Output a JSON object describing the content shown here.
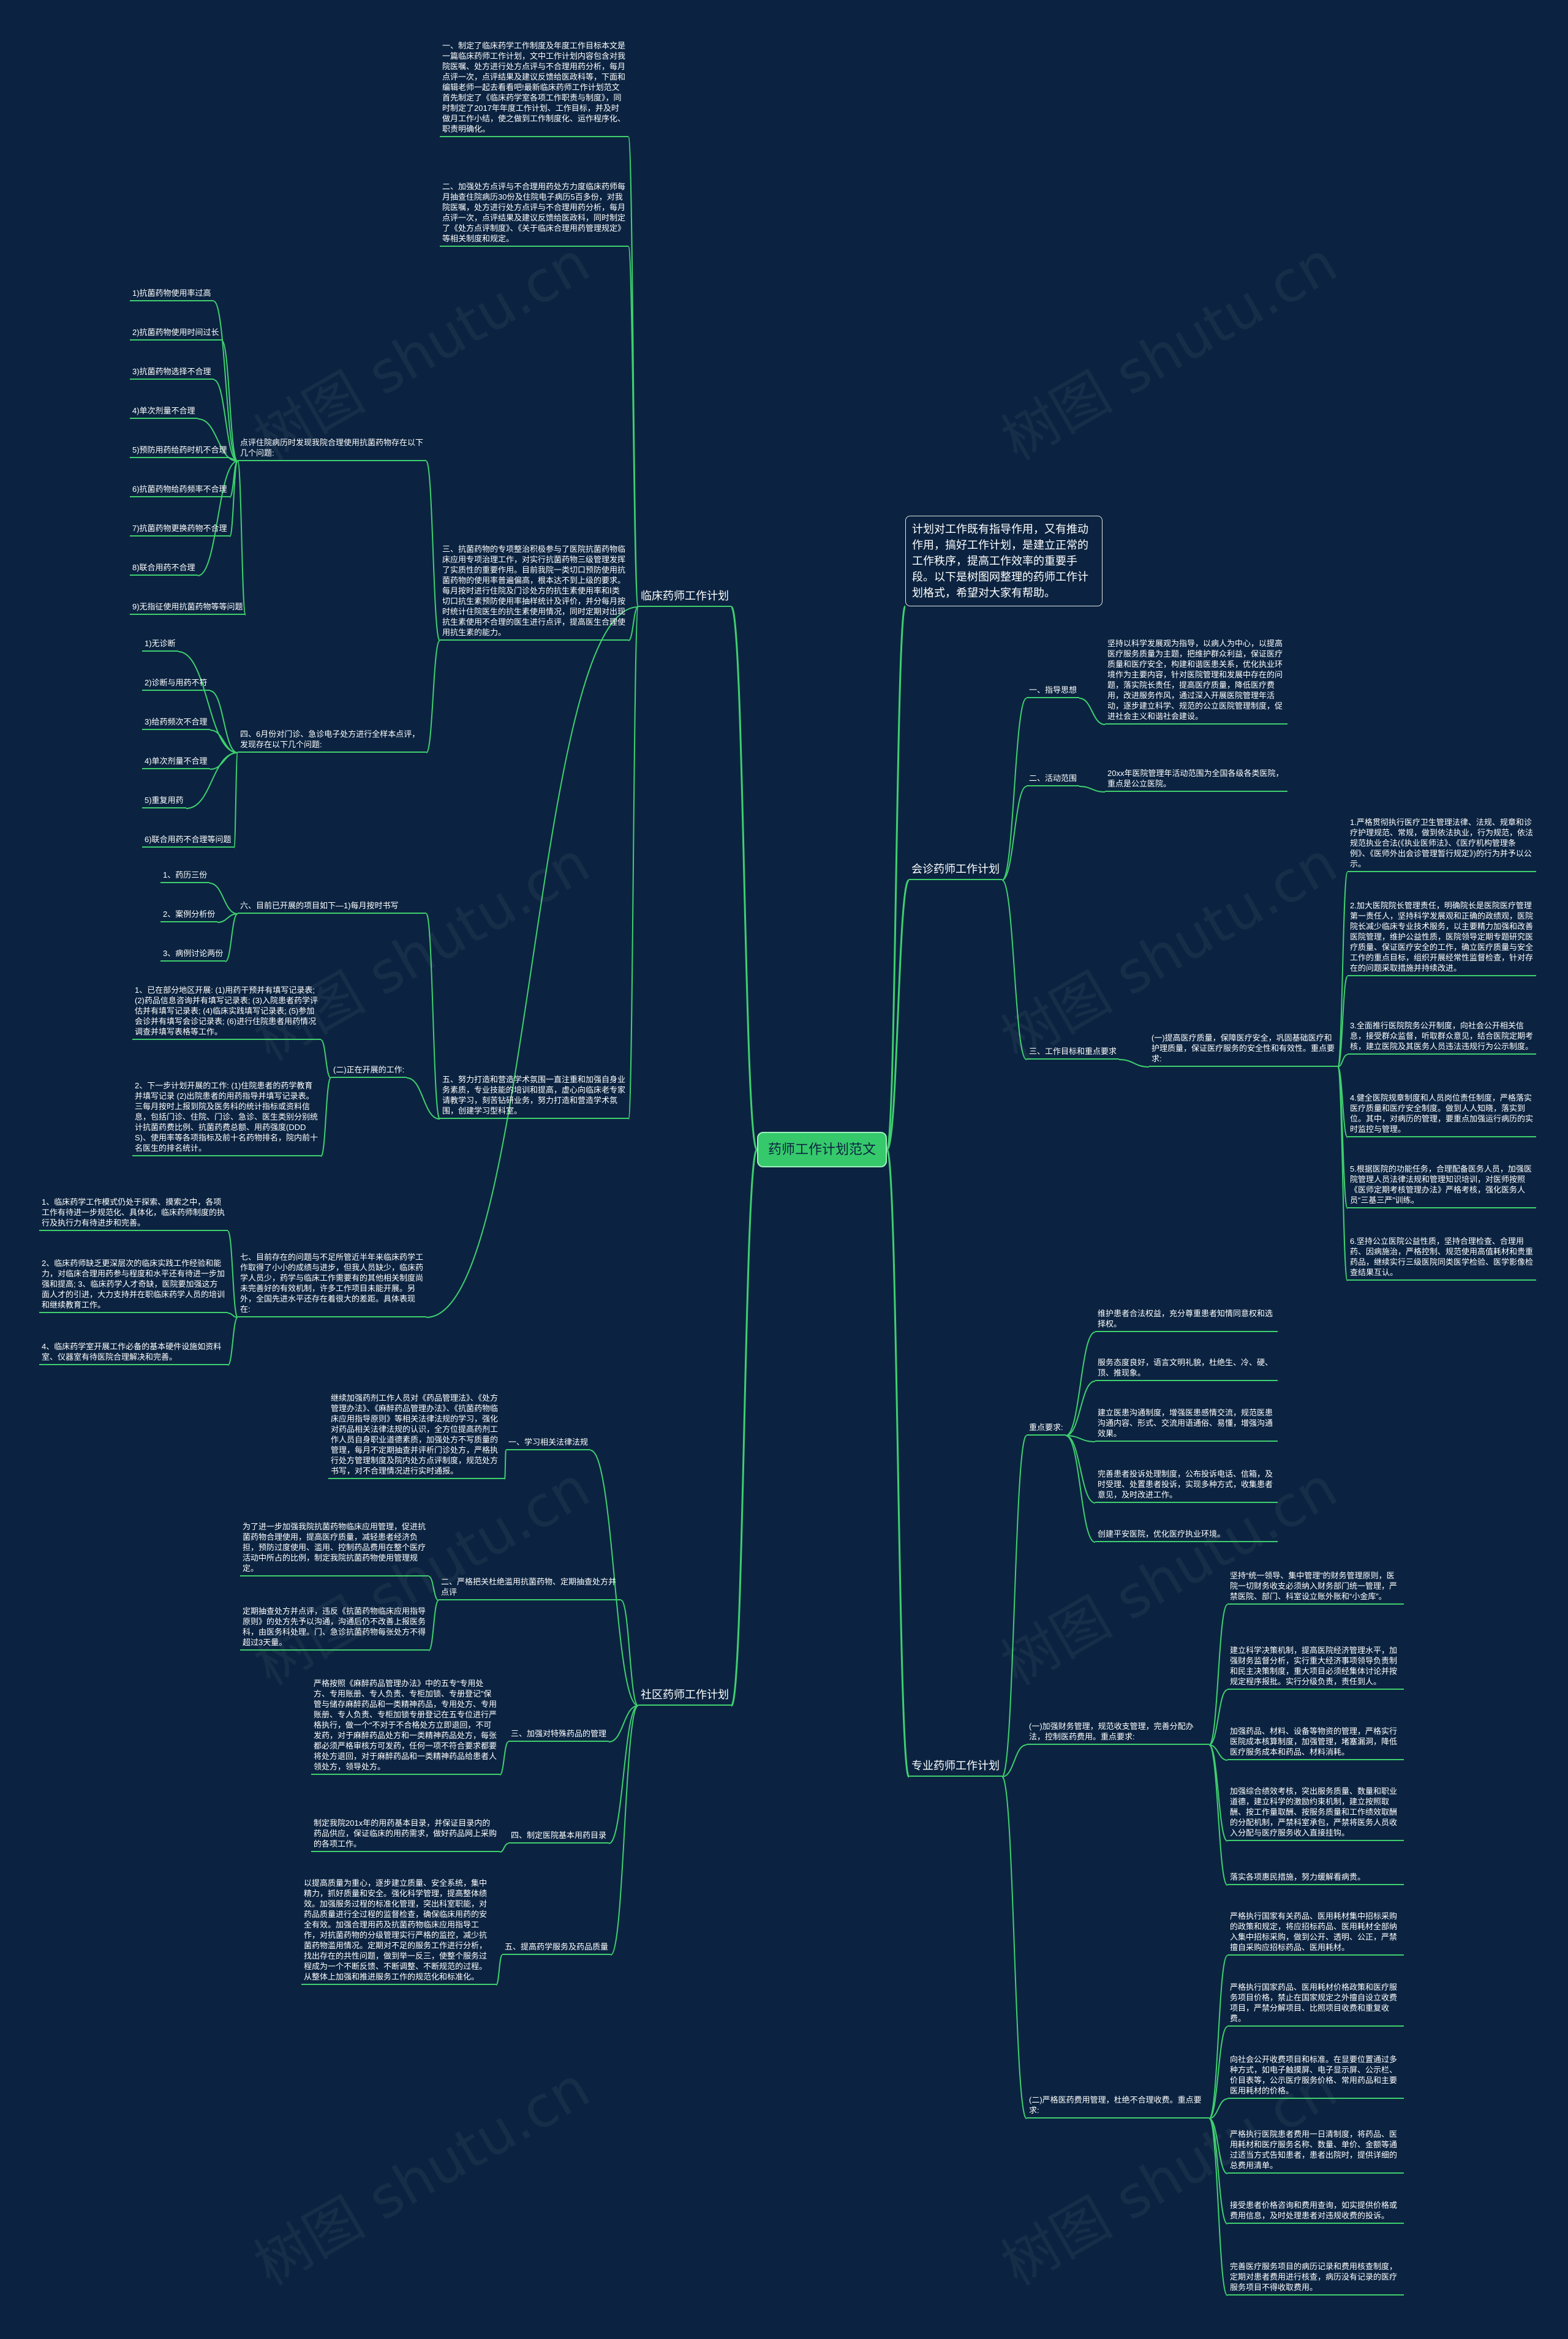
{
  "root": "药师工作计划范文",
  "intro": "计划对工作既有指导作用，又有推动作用，搞好工作计划，是建立正常的工作秩序，提高工作效率的重要手段。以下是树图网整理的药师工作计划格式，希望对大家有帮助。",
  "watermark": "树图 shutu.cn",
  "line_color": "#3fcf6f",
  "left": {
    "clinical": {
      "title": "临床药师工作计划",
      "p1": "一、制定了临床药学工作制度及年度工作目标本文是一篇临床药师工作计划，文中工作计划内容包含对我院医嘱、处方进行处方点评与不合理用药分析，每月点评一次，点评结果及建议反馈给医政科等，下面和编辑老师一起去看看吧!最新临床药师工作计划范文首先制定了《临床药学室各项工作职责与制度》，同时制定了2017年年度工作计划、工作目标，并及时做月工作小结，使之做到工作制度化、运作程序化、职责明确化。",
      "p2": "二、加强处方点评与不合理用药处方力度临床药师每月抽查住院病历30份及住院电子病历5百多份，对我院医嘱，处方进行处方点评与不合理用药分析，每月点评一次，点评结果及建议反馈给医政科，同时制定了《处方点评制度》、《关于临床合理用药管理规定》等相关制度和规定。",
      "p3": "三、抗菌药物的专项整治积极参与了医院抗菌药物临床应用专项治理工作，对实行抗菌药物三级管理发挥了实质性的重要作用。目前我院一类切口预防使用抗菌药物的使用率普遍偏高，根本达不到上级的要求。每月按时进行住院及门诊处方的抗生素使用率和Ⅰ类切口抗生素预防使用率抽样统计及评价，并分每月按时统计住院医生的抗生素使用情况，同时定期对出现抗生素使用不合理的医生进行点评，提高医生合理使用抗生素的能力。",
      "p3_child": "点评住院病历时发现我院合理使用抗菌药物存在以下几个问题:",
      "p3_items": [
        "1)抗菌药物使用率过高",
        "2)抗菌药物使用时间过长",
        "3)抗菌药物选择不合理",
        "4)单次剂量不合理",
        "5)预防用药给药时机不合理",
        "6)抗菌药物给药频率不合理",
        "7)抗菌药物更换药物不合理",
        "8)联合用药不合理",
        "9)无指征使用抗菌药物等等问题"
      ],
      "p4": "四、6月份对门诊、急诊电子处方进行全样本点评，发现存在以下几个问题:",
      "p4_items": [
        "1)无诊断",
        "2)诊断与用药不符",
        "3)给药频次不合理",
        "4)单次剂量不合理",
        "5)重复用药",
        "6)联合用药不合理等问题"
      ],
      "p5": "五、努力打造和营造学术氛围一直注重和加强自身业务素质，专业技能的培训和提高，虚心向临床老专家请教学习，刻苦钻研业务，努力打造和营造学术氛围，创建学习型科室。",
      "p6": "六、目前已开展的项目如下—1)每月按时书写",
      "p6_items": [
        "1、药历三份",
        "2、案例分析份",
        "3、病例讨论两份"
      ],
      "p6b": "(二)正在开展的工作:",
      "p6b_items": [
        "1、已在部分地区开展: (1)用药干预并有填写记录表; (2)药品信息咨询并有填写记录表; (3)入院患者药学评估并有填写记录表; (4)临床实践填写记录表; (5)参加会诊并有填写会诊记录表; (6)进行住院患者用药情况调查并填写表格等工作。",
        "2、下一步计划开展的工作: (1)住院患者的药学教育并填写记录 (2)出院患者的用药指导并填写记录表。三每月按时上报到院及医务科的统计指标或资料信息，包括门诊、住院、门诊、急诊、医生类别分别统计抗菌药费比例、抗菌药费总额、用药强度(DDDS)、使用率等各项指标及前十名药物排名，院内前十名医生的排名统计。"
      ],
      "p7": "七、目前存在的问题与不足所管近半年来临床药学工作取得了小小的成绩与进步，但我人员缺少，临床药学人员少，药学与临床工作需要有的其他相关制度尚未完善好的有效机制，许多工作项目未能开展。另外，全国先进水平还存在着很大的差距。具体表现在:",
      "p7_items": [
        "1、临床药学工作模式仍处于探索、摸索之中，各项工作有待进一步规范化、具体化，临床药师制度的执行及执行力有待进步和完善。",
        "2、临床药师缺乏更深层次的临床实践工作经验和能力，对临床合理用药参与程度和水平还有待进一步加强和提高; 3、临床药学人才奇缺，医院要加强这方面人才的引进，大力支持并在职临床药学人员的培训和继续教育工作。",
        "4、临床药学室开展工作必备的基本硬件设施如资料室、仪器室有待医院合理解决和完善。"
      ]
    },
    "community": {
      "title": "社区药师工作计划",
      "s1_title": "一、学习相关法律法规",
      "s1_text": "继续加强药剂工作人员对《药品管理法》、《处方管理办法》、《麻醉药品管理办法》、《抗菌药物临床应用指导原则》等相关法律法规的学习，强化对药品相关法律法规的认识，全方位提高药剂工作人员自身职业道德素质，加强处方不写质量的管理，每月不定期抽查并评析门诊处方，严格执行处方管理制度及院内处方点评制度，规范处方书写，对不合理情况进行实时通报。",
      "s2_title": "二、严格把关杜绝滥用抗菌药物、定期抽查处方并点评",
      "s2_text1": "为了进一步加强我院抗菌药物临床应用管理，促进抗菌药物合理使用，提高医疗质量，减轻患者经济负担，预防过度使用、滥用、控制药品费用在整个医疗活动中所占的比例，制定我院抗菌药物使用管理规定。",
      "s2_text2": "定期抽查处方并点评，违反《抗菌药物临床应用指导原则》的处方先予以沟通，沟通后仍不改善上报医务科，由医务科处理。门、急诊抗菌药物每张处方不得超过3天量。",
      "s3_title": "三、加强对特殊药品的管理",
      "s3_text": "严格按照《麻醉药品管理办法》中的五专“专用处方、专用账册、专人负责、专柜加锁、专册登记”保管与储存麻醉药品和一类精神药品，专用处方、专用账册、专人负责、专柜加锁专册登记在五专位进行严格执行，做一个“不对于不合格处方立即退回，不可发药，对于麻醉药品处方和一类精神药品处方，每张都必须严格审核方可发药，任何一项不符合要求都要将处方退回，对于麻醉药品和一类精神药品给患者人领处方，领导处方。",
      "s4_title": "四、制定医院基本用药目录",
      "s4_text": "制定我院201x年的用药基本目录，并保证目录内的药品供应，保证临床的用药需求，做好药品网上采购的各项工作。",
      "s5_title": "五、提高药学服务及药品质量",
      "s5_text": "以提高质量为重心，逐步建立质量、安全系统，集中精力，抓好质量和安全。强化科学管理，提高整体绩效。加强服务过程的标准化管理，突出科室职能，对药品质量进行全过程的监督检查，确保临床用药的安全有效。加强合理用药及抗菌药物临床应用指导工作，对抗菌药物的分级管理实行严格的监控，减少抗菌药物滥用情况。定期对不足的服务工作进行分析，找出存在的共性问题，做到举一反三，使整个服务过程成为一个不断反馈、不断调整、不断规范的过程。从整体上加强和推进服务工作的规范化和标准化。"
    }
  },
  "right": {
    "outpatient": {
      "title": "会诊药师工作计划",
      "a_title": "一、指导思想",
      "a_text": "坚持以科学发展观为指导，以病人为中心，以提高医疗服务质量为主题，把维护群众利益，保证医疗质量和医疗安全，构建和谐医患关系，优化执业环境作为主要内容，针对医院管理和发展中存在的问题，落实院长责任，提高医疗质量，降低医疗费用，改进服务作风，通过深入开展医院管理年活动，逐步建立科学、规范的公立医院管理制度，促进社会主义和谐社会建设。",
      "b_title": "二、活动范围",
      "b_text": "20xx年医院管理年活动范围为全国各级各类医院，重点是公立医院。",
      "c_title": "三、工作目标和重点要求",
      "c_sub": "(一)提高医疗质量，保障医疗安全，巩固基础医疗和护理质量，保证医疗服务的安全性和有效性。重点要求:",
      "c_items": [
        "1.严格贯彻执行医疗卫生管理法律、法规、规章和诊疗护理规范、常规，做到依法执业，行为规范，依法规范执业合法(《执业医师法》、《医疗机构管理条例》、《医师外出会诊管理暂行规定》)的行为并予以公示。",
        "2.加大医院院长管理责任，明确院长是医院医疗管理第一责任人，坚持科学发展观和正确的政绩观，医院院长减少临床专业技术服务，以主要精力加强和改善医院管理，维护公益性质，医院领导定期专题研究医疗质量、保证医疗安全的工作，确立医疗质量与安全工作的重点目标，组织开展经常性监督检查，针对存在的问题采取措施并持续改进。",
        "3.全面推行医院院务公开制度，向社会公开相关信息，接受群众监督，听取群众意见，结合医院定期考核，建立医院及其医务人员违法违规行为公示制度。",
        "4.健全医院规章制度和人员岗位责任制度，严格落实医疗质量和医疗安全制度。做到人人知晓，落实到位。其中，对病历的管理，要重点加强运行病历的实时监控与管理。",
        "5.根据医院的功能任务，合理配备医务人员，加强医院管理人员法律法规和管理知识培训，对医师按照《医师定期考核管理办法》严格考核，强化医务人员“三基三严”训练。",
        "6.坚持公立医院公益性质，坚持合理检查、合理用药、因病施治，严格控制、规范使用高值耗材和贵重药品，继续实行三级医院同类医学检验、医学影像检查结果互认。"
      ]
    },
    "specialist": {
      "title": "专业药师工作计划",
      "d_title": "重点要求:",
      "d_items": [
        "维护患者合法权益，充分尊重患者知情同意权和选择权。",
        "服务态度良好，语言文明礼貌，杜绝生、冷、硬、顶、推现象。",
        "建立医患沟通制度，增强医患感情交流，规范医患沟通内容、形式、交流用语通俗、易懂，增强沟通效果。",
        "完善患者投诉处理制度，公布投诉电话、信箱，及时受理、处置患者投诉，实现多种方式，收集患者意见，及时改进工作。",
        "创建平安医院，优化医疗执业环境。"
      ],
      "e_title": "(一)加强财务管理，规范收支管理，完善分配办法，控制医药费用。重点要求:",
      "e_items": [
        "坚持“统一领导、集中管理”的财务管理原则，医院一切财务收支必须纳入财务部门统一管理，严禁医院、部门、科室设立账外账和“小金库”。",
        "建立科学决策机制，提高医院经济管理水平，加强财务监督分析，实行重大经济事项领导负责制和民主决策制度，重大项目必须经集体讨论并按规定程序报批。实行分级负责，责任到人。",
        "加强药品、材料、设备等物资的管理，严格实行医院成本核算制度，加强管理，堵塞漏洞，降低医疗服务成本和药品、材料消耗。",
        "加强综合绩效考核，突出服务质量、数量和职业道德，建立科学的激励约束机制，建立按照取酬、按工作量取酬、按服务质量和工作绩效取酬的分配机制，严禁科室承包，严禁将医务人员收入分配与医疗服务收入直接挂钩。",
        "落实各项惠民措施，努力缓解看病贵。"
      ],
      "f_title": "(二)严格医药费用管理，杜绝不合理收费。重点要求:",
      "f_items": [
        "严格执行国家有关药品、医用耗材集中招标采购的政策和规定，将应招标药品、医用耗材全部纳入集中招标采购，做到公开、透明、公正，严禁擅自采购应招标药品、医用耗材。",
        "严格执行国家药品、医用耗材价格政策和医疗服务项目价格，禁止在国家规定之外擅自设立收费项目，严禁分解项目、比照项目收费和重复收费。",
        "向社会公开收费项目和标准。在显要位置通过多种方式，如电子触摸屏、电子显示屏、公示栏、价目表等，公示医疗服务价格、常用药品和主要医用耗材的价格。",
        "严格执行医院患者费用一日清制度，将药品、医用耗材和医疗服务名称、数量、单价、金额等通过适当方式告知患者，患者出院时，提供详细的总费用清单。",
        "接受患者价格咨询和费用查询，如实提供价格或费用信息，及时处理患者对违规收费的投诉。",
        "完善医疗服务项目的病历记录和费用核查制度，定期对患者费用进行核查，病历没有记录的医疗服务项目不得收取费用。"
      ]
    }
  }
}
